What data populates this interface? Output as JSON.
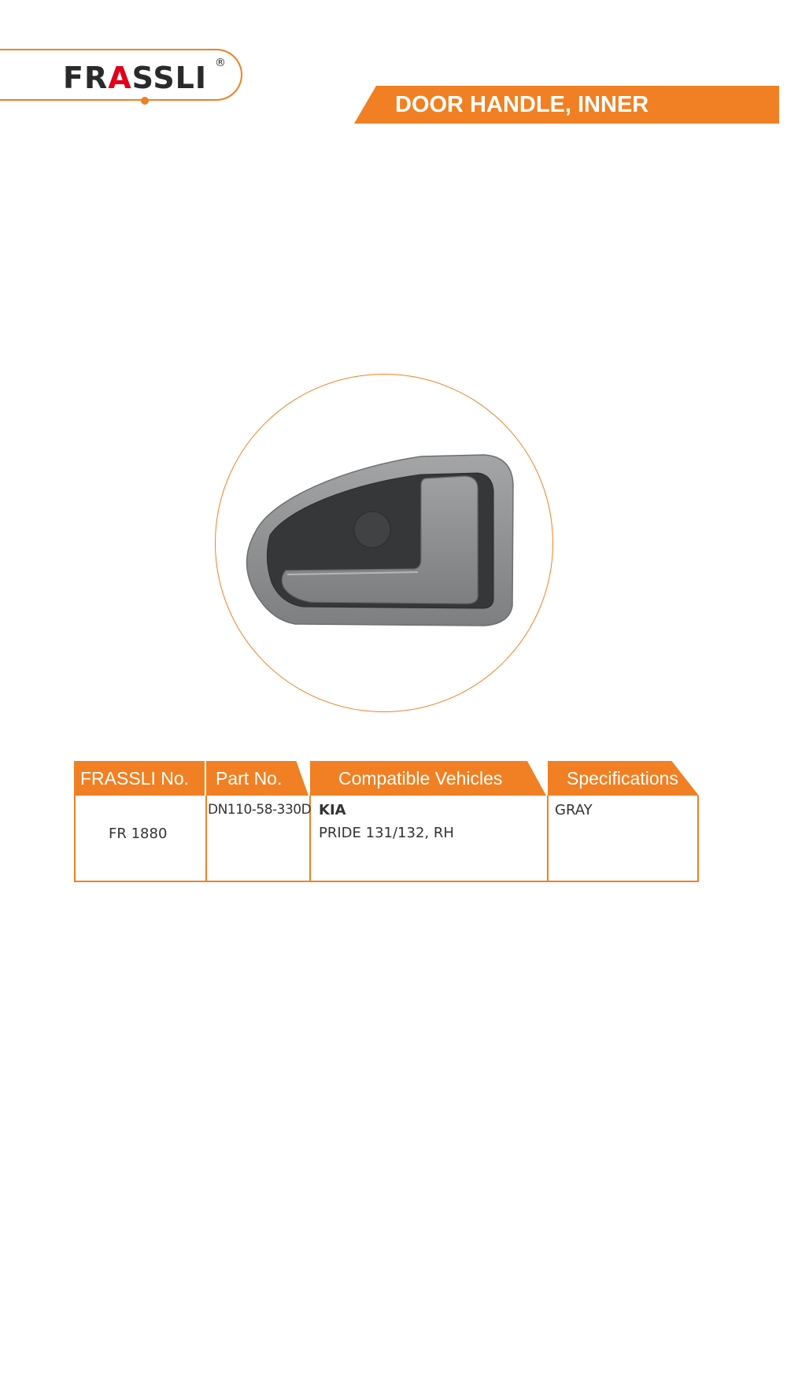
{
  "brand": {
    "logo_text": "FRASSLI",
    "registered_mark": "®"
  },
  "product": {
    "title": "DOOR HANDLE, INNER",
    "image_icon": "door-handle-image",
    "color": "#8e8f90"
  },
  "colors": {
    "accent": "#f08023",
    "logo_red": "#e2001a",
    "logo_dark": "#2b2a2a"
  },
  "table": {
    "headers": {
      "frassli_no": "FRASSLI No.",
      "part_no": "Part No.",
      "compatible_vehicles": "Compatible Vehicles",
      "specifications": "Specifications"
    },
    "row": {
      "frassli_no": "FR 1880",
      "part_no": "DN110-58-330D",
      "make": "KIA",
      "model": "PRIDE 131/132, RH",
      "specification": "GRAY"
    }
  }
}
